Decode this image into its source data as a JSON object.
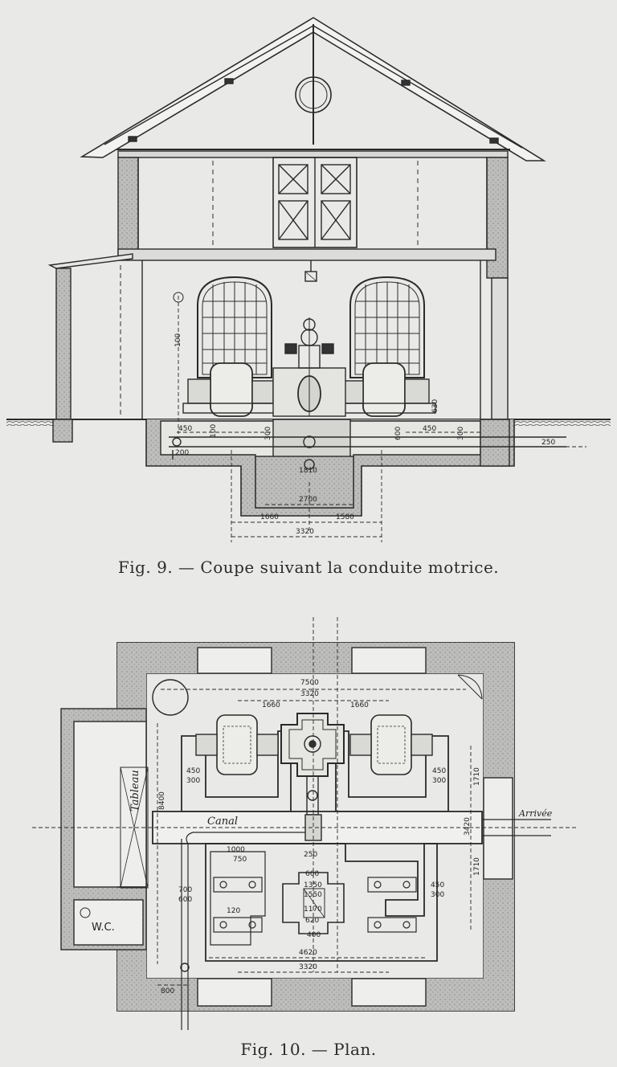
{
  "figure9": {
    "caption": "Fig. 9. — Coupe suivant la conduite motrice.",
    "dimensions": {
      "d100a": "100",
      "d100b": "100",
      "d450": "450",
      "d300a": "300",
      "d200": "200",
      "d1810": "1810",
      "d1660": "1660",
      "d1580": "1580",
      "d3320": "3320",
      "d2700": "2700",
      "d630": "630",
      "d600": "600",
      "d450b": "450",
      "d300b": "300",
      "d250": "250"
    }
  },
  "figure10": {
    "caption": "Fig. 10. — Plan.",
    "labels": {
      "tableau": "Tableau",
      "canal": "Canal",
      "arrivee": "Arrivée",
      "wc": "W.C."
    },
    "dimensions": {
      "d7500": "7500",
      "d3320top": "3320",
      "d1660a": "1660",
      "d1660b": "1660",
      "d450l": "450",
      "d300l": "300",
      "d450r": "450",
      "d300r": "300",
      "d1710a": "1710",
      "d1710b": "1710",
      "d3420": "3420",
      "d8400": "8400",
      "d1000": "1000",
      "d750": "750",
      "d250": "250",
      "d600c": "600",
      "d1350": "1350",
      "d1550": "1550",
      "d1170": "1170",
      "d620": "620",
      "d400": "400",
      "d120": "120",
      "d4620": "4620",
      "d3320bot": "3320",
      "d800": "800",
      "d700": "700",
      "d600l": "600",
      "d450r2": "450",
      "d300r2": "300"
    }
  }
}
